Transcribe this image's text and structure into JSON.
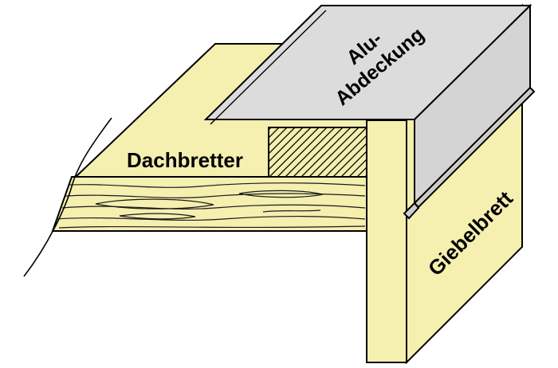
{
  "diagram": {
    "labels": {
      "roof_boards": "Dachbretter",
      "alu_cover_line1": "Alu-",
      "alu_cover_line2": "Abdeckung",
      "gable_board": "Giebelbrett"
    },
    "colors": {
      "wood": "#f5efb0",
      "alu_top": "#dcdcdc",
      "alu_outer": "#d4d4d4",
      "alu_hem": "#cccccc",
      "outline": "#000000",
      "background": "#ffffff"
    }
  }
}
